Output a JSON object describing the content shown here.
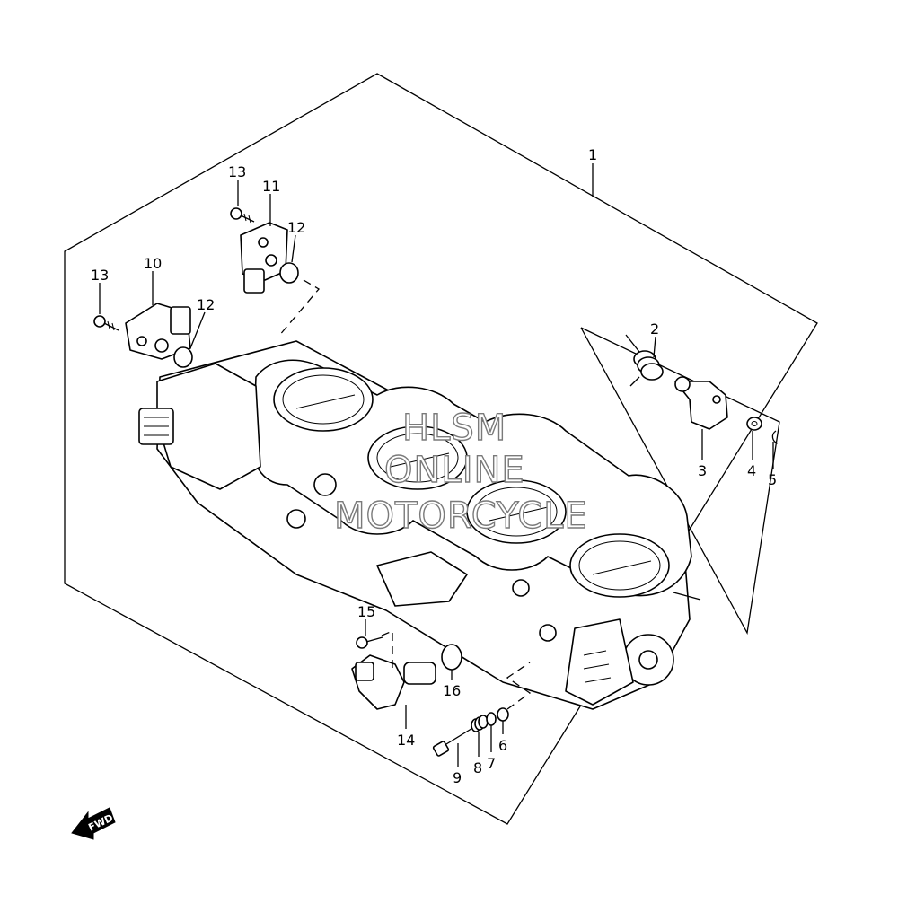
{
  "callouts": {
    "c1": "1",
    "c2": "2",
    "c3": "3",
    "c4": "4",
    "c5": "5",
    "c6": "6",
    "c7": "7",
    "c8": "8",
    "c9": "9",
    "c10": "10",
    "c11": "11",
    "c12a": "12",
    "c12b": "12",
    "c13a": "13",
    "c13b": "13",
    "c14": "14",
    "c15": "15",
    "c16": "16"
  },
  "watermark": {
    "line1": "HLSM",
    "line2": "ONLINE",
    "line3": "MOTORCYCLE"
  },
  "fwd_arrow": {
    "label": "FWD",
    "icon": "fwd-arrow-icon"
  },
  "colors": {
    "ink": "#000000",
    "watermark": "#7a7a7a",
    "background": "#ffffff"
  }
}
